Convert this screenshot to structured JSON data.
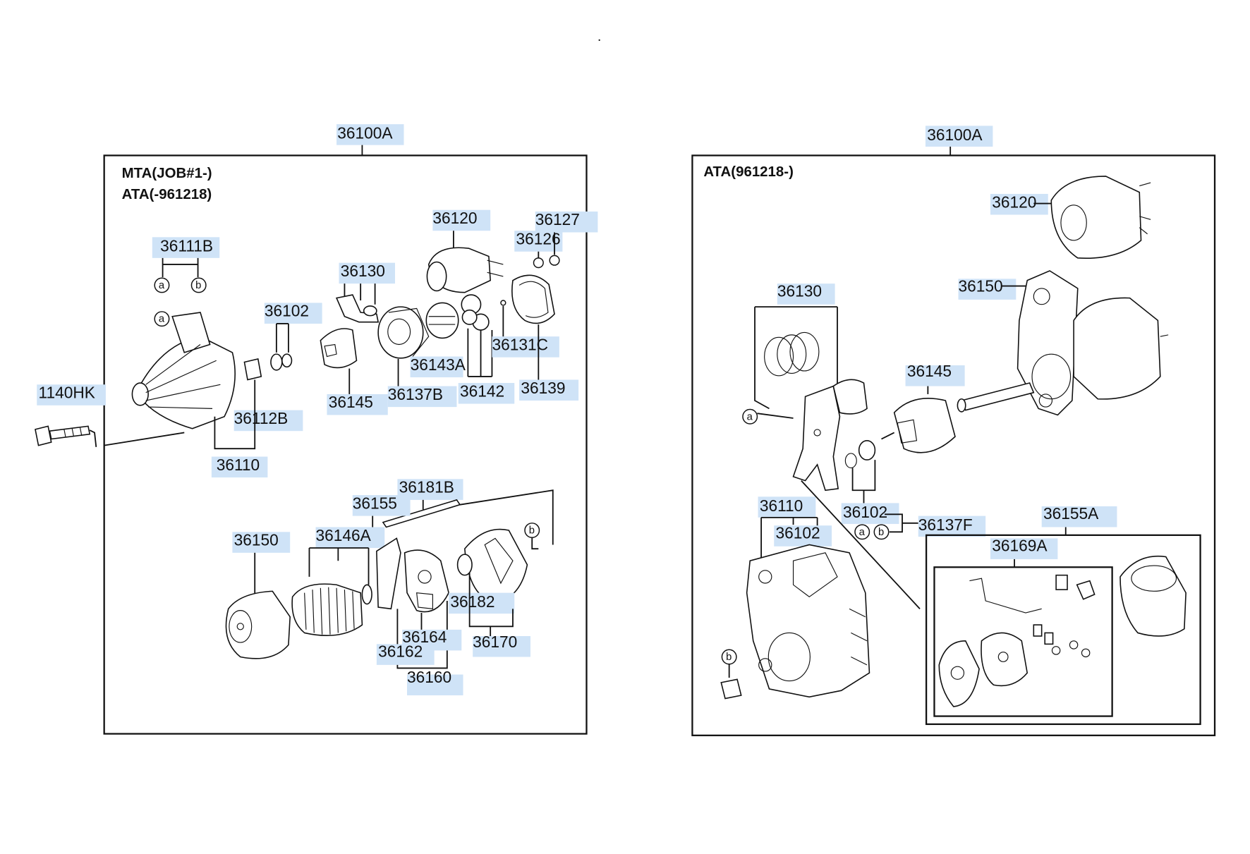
{
  "left_panel": {
    "assembly_no": "36100A",
    "note_line1": "MTA(JOB#1-)",
    "note_line2": "ATA(-961218)",
    "labels": {
      "p36111B": "36111B",
      "p36102": "36102",
      "p1140HK": "1140HK",
      "p36112B": "36112B",
      "p36110": "36110",
      "p36130": "36130",
      "p36145": "36145",
      "p36137B": "36137B",
      "p36143A": "36143A",
      "p36120": "36120",
      "p36142": "36142",
      "p36126": "36126",
      "p36127": "36127",
      "p36131C": "36131C",
      "p36139": "36139",
      "p36181B": "36181B",
      "p36155": "36155",
      "p36150": "36150",
      "p36146A": "36146A",
      "p36182": "36182",
      "p36164": "36164",
      "p36162": "36162",
      "p36160": "36160",
      "p36170": "36170"
    }
  },
  "right_panel": {
    "assembly_no": "36100A",
    "note_line1": "ATA(961218-)",
    "labels": {
      "p36120": "36120",
      "p36150": "36150",
      "p36130": "36130",
      "p36145": "36145",
      "p36102a": "36102",
      "p36137F": "36137F",
      "p36110": "36110",
      "p36102b": "36102",
      "p36155A": "36155A",
      "p36169A": "36169A"
    }
  },
  "markers": {
    "a": "a",
    "b": "b"
  },
  "colors": {
    "highlight": "#cfe3f7",
    "ink": "#111111",
    "background": "#ffffff"
  }
}
